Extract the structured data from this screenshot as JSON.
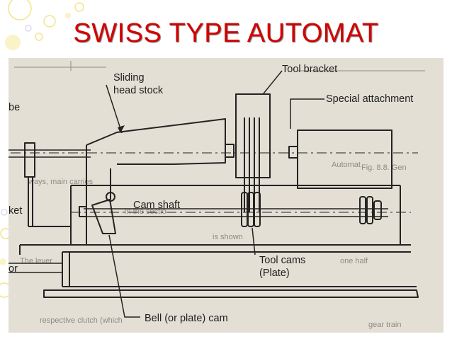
{
  "slide": {
    "title": "SWISS TYPE AUTOMAT"
  },
  "figure": {
    "labels": {
      "sliding_head_stock_line1": "Sliding",
      "sliding_head_stock_line2": "head stock",
      "tool_bracket": "Tool bracket",
      "special_attachment": "Special attachment",
      "cam_shaft": "Cam shaft",
      "tool_cams_line1": "Tool cams",
      "tool_cams_line2": "(Plate)",
      "bell_cam": "Bell (or plate) cam",
      "edge_label_1": "be",
      "edge_label_2": "ket",
      "edge_label_3": "or"
    },
    "background_text": {
      "caption_fragment": "Fig. 8.8. Gen",
      "caption_fragment_2": "Automat",
      "line_1": "ways, main carries",
      "line_2": "in the sectio",
      "line_3": "is shown",
      "line_4": "The lever",
      "line_5": "one half",
      "line_6": "respective clutch (which",
      "line_7": "gear train"
    },
    "colors": {
      "paper": "#e6e1d7",
      "ink": "#232323",
      "title": "#d40000"
    }
  }
}
